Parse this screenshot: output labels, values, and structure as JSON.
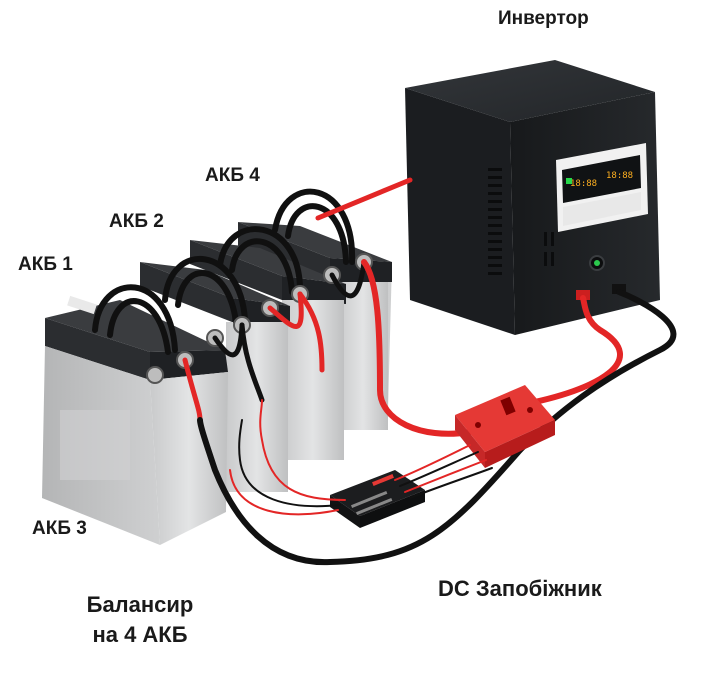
{
  "labels": {
    "inverter": "Инвертор",
    "akb1": "АКБ 1",
    "akb2": "АКБ 2",
    "akb3": "АКБ 3",
    "akb4": "АКБ 4",
    "balancer_line1": "Балансир",
    "balancer_line2": "на 4 АКБ",
    "fuse": "DC Запобіжник"
  },
  "colors": {
    "battery_body": "#d9dadb",
    "battery_top": "#2b2d30",
    "inverter_body": "#1d1f22",
    "wire_red": "#e32626",
    "wire_black": "#111111",
    "fuse": "#e53935"
  }
}
